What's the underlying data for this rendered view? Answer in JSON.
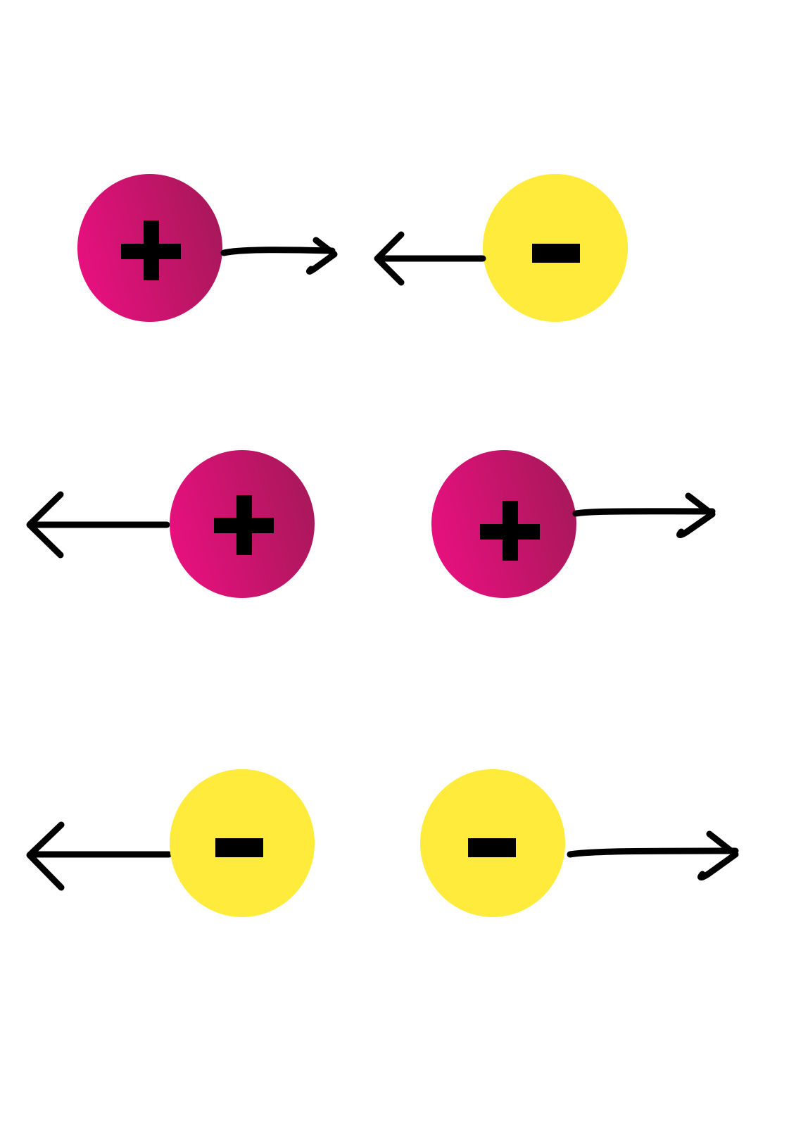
{
  "colors": {
    "positive_light": "#E8107F",
    "positive_dark": "#A8185A",
    "negative": "#FFEB3B",
    "symbol": "#000000",
    "arrow": "#000000",
    "background": "#FFFFFF"
  },
  "charge_signs": {
    "positive": "+",
    "negative": "−"
  },
  "rows": [
    {
      "interaction": "attraction",
      "particles": [
        {
          "charge": "positive",
          "force_direction": "right"
        },
        {
          "charge": "negative",
          "force_direction": "left"
        }
      ]
    },
    {
      "interaction": "repulsion",
      "particles": [
        {
          "charge": "positive",
          "force_direction": "left"
        },
        {
          "charge": "positive",
          "force_direction": "right"
        }
      ]
    },
    {
      "interaction": "repulsion",
      "particles": [
        {
          "charge": "negative",
          "force_direction": "left"
        },
        {
          "charge": "negative",
          "force_direction": "right"
        }
      ]
    }
  ]
}
